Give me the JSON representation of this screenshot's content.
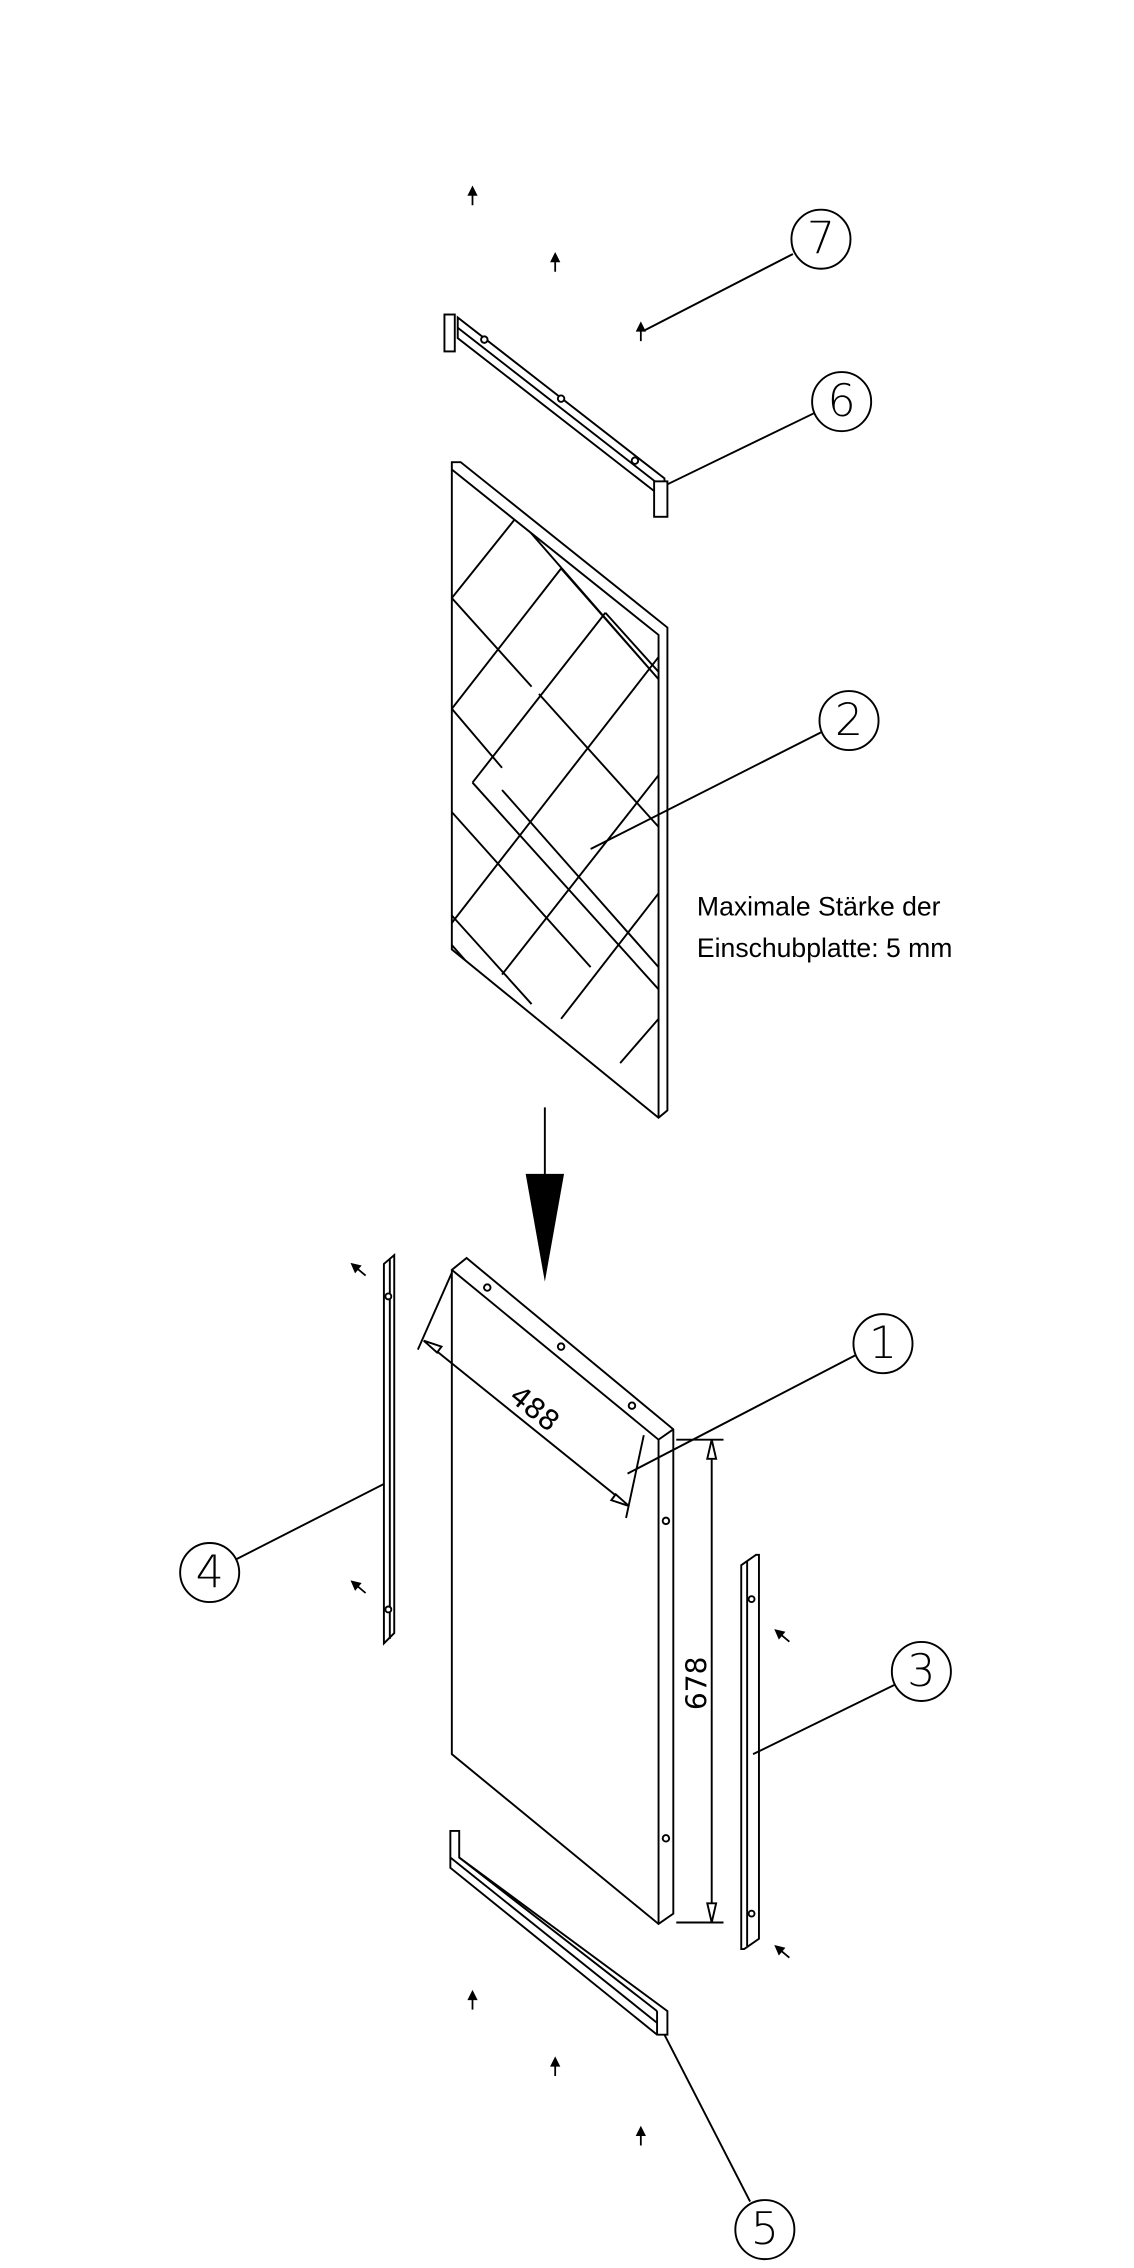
{
  "diagram": {
    "note": {
      "line1": "Maximale Stärke der",
      "line2": "Einschubplatte: 5 mm"
    },
    "callouts": {
      "panel_frame": "1",
      "insert_panel": "2",
      "right_rail": "3",
      "left_rail": "4",
      "bottom_rail": "5",
      "top_rail": "6",
      "screws": "7"
    },
    "dimensions": {
      "width": "488",
      "height": "678"
    }
  }
}
